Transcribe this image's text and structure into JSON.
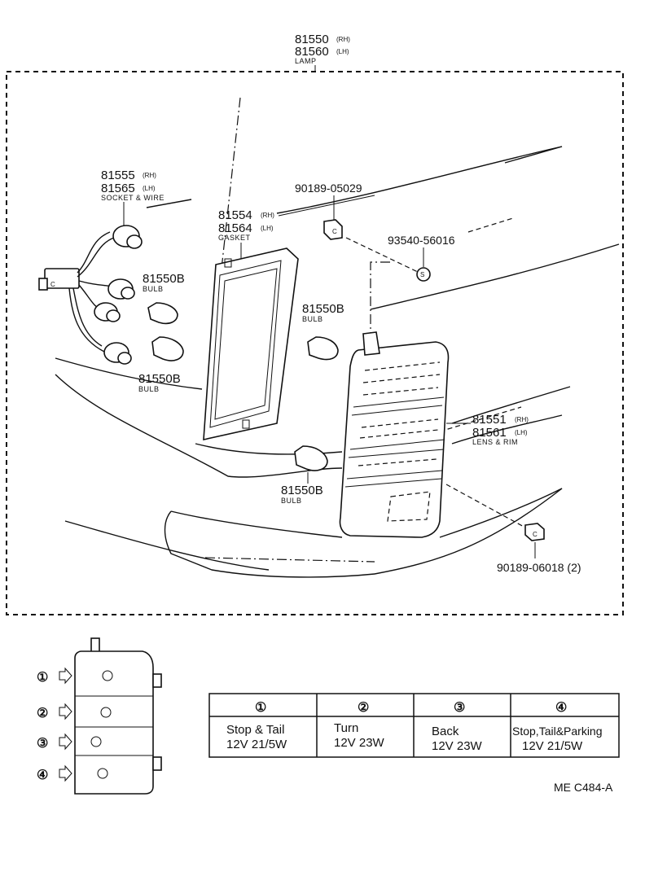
{
  "callouts": {
    "lamp": {
      "pn1": "81550",
      "sfx1": "(RH)",
      "pn2": "81560",
      "sfx2": "(LH)",
      "name": "LAMP"
    },
    "socket": {
      "pn1": "81555",
      "sfx1": "(RH)",
      "pn2": "81565",
      "sfx2": "(LH)",
      "name": "SOCKET & WIRE"
    },
    "gasket": {
      "pn1": "81554",
      "sfx1": "(RH)",
      "pn2": "81564",
      "sfx2": "(LH)",
      "name": "GASKET"
    },
    "clip_top": {
      "pn": "90189-05029"
    },
    "screw": {
      "pn": "93540-56016"
    },
    "bulb_a": {
      "pn": "81550B",
      "name": "BULB"
    },
    "bulb_b": {
      "pn": "81550B",
      "name": "BULB"
    },
    "bulb_c": {
      "pn": "81550B",
      "name": "BULB"
    },
    "bulb_d": {
      "pn": "81550B",
      "name": "BULB"
    },
    "lens": {
      "pn1": "81551",
      "sfx1": "(RH)",
      "pn2": "81561",
      "sfx2": "(LH)",
      "name": "LENS & RIM"
    },
    "clip_bottom": {
      "pn": "90189-06018 (2)"
    }
  },
  "screw_mark": "S",
  "clip_mark": "C",
  "legend": {
    "markers": [
      "①",
      "②",
      "③",
      "④"
    ]
  },
  "bulb_table": {
    "headers": [
      "①",
      "②",
      "③",
      "④"
    ],
    "functions": [
      "Stop & Tail",
      "Turn",
      "Back",
      "Stop,Tail&Parking"
    ],
    "ratings": [
      "12V 21/5W",
      "12V 23W",
      "12V 23W",
      "12V 21/5W"
    ]
  },
  "drawing_code": "ME C484-A"
}
